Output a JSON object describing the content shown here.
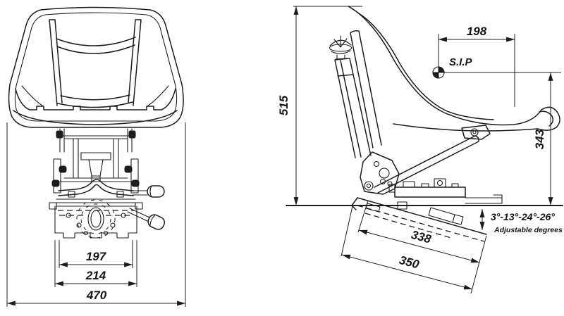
{
  "front_view": {
    "dim_inner_width": "197",
    "dim_rail_width": "214",
    "dim_overall_width": "470"
  },
  "side_view": {
    "dim_overall_height": "515",
    "dim_sip_setback": "198",
    "sip_label": "S.I.P",
    "dim_sip_height": "343",
    "dim_slide_length": "338",
    "dim_base_length": "350",
    "angle_values": "3°-13°-24°-26°",
    "angle_caption": "Adjustable degrees"
  },
  "colors": {
    "line": "#1c1c1c",
    "background": "#ffffff"
  }
}
